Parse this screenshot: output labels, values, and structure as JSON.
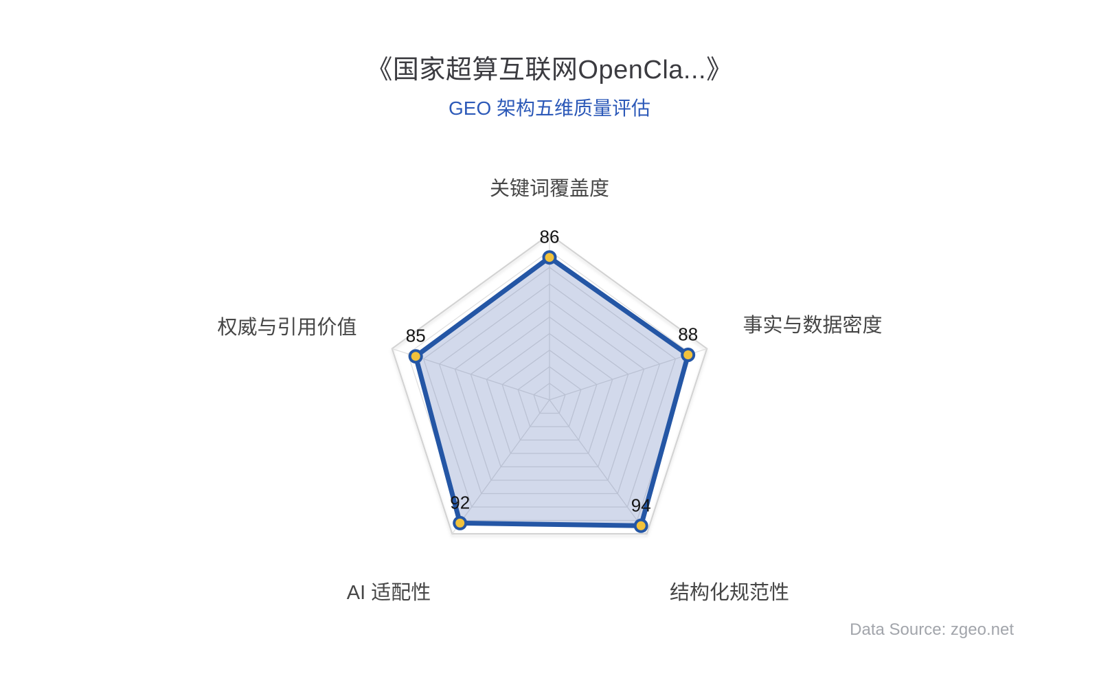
{
  "chart_data": {
    "type": "radar",
    "title": "《国家超算互联网OpenCla...》",
    "subtitle": "GEO 架构五维质量评估",
    "source_note": "Data Source: zgeo.net",
    "indicators": [
      {
        "name": "关键词覆盖度",
        "max": 100
      },
      {
        "name": "事实与数据密度",
        "max": 100
      },
      {
        "name": "结构化规范性",
        "max": 100
      },
      {
        "name": "AI 适配性",
        "max": 100
      },
      {
        "name": "权威与引用价值",
        "max": 100
      }
    ],
    "series": [
      {
        "values": [
          86,
          88,
          94,
          92,
          85
        ]
      }
    ],
    "scale": {
      "min": 0,
      "max": 100,
      "rings": 10
    },
    "layout_hints": {
      "grid": "pentagon-web",
      "legend": "none",
      "start_axis": "top"
    },
    "colors": {
      "line": "#2456a5",
      "area_fill": "rgba(88,115,180,0.27)",
      "point_fill": "#f2c23b",
      "point_border": "#2456a5",
      "grid_line": "#dfdfdf",
      "outer_grid_line": "#d2d2d2",
      "title": "#3b3b40",
      "subtitle": "#2c59b8",
      "axis_label": "#464646",
      "value_label": "#141414",
      "source": "#a2a5ab"
    }
  }
}
